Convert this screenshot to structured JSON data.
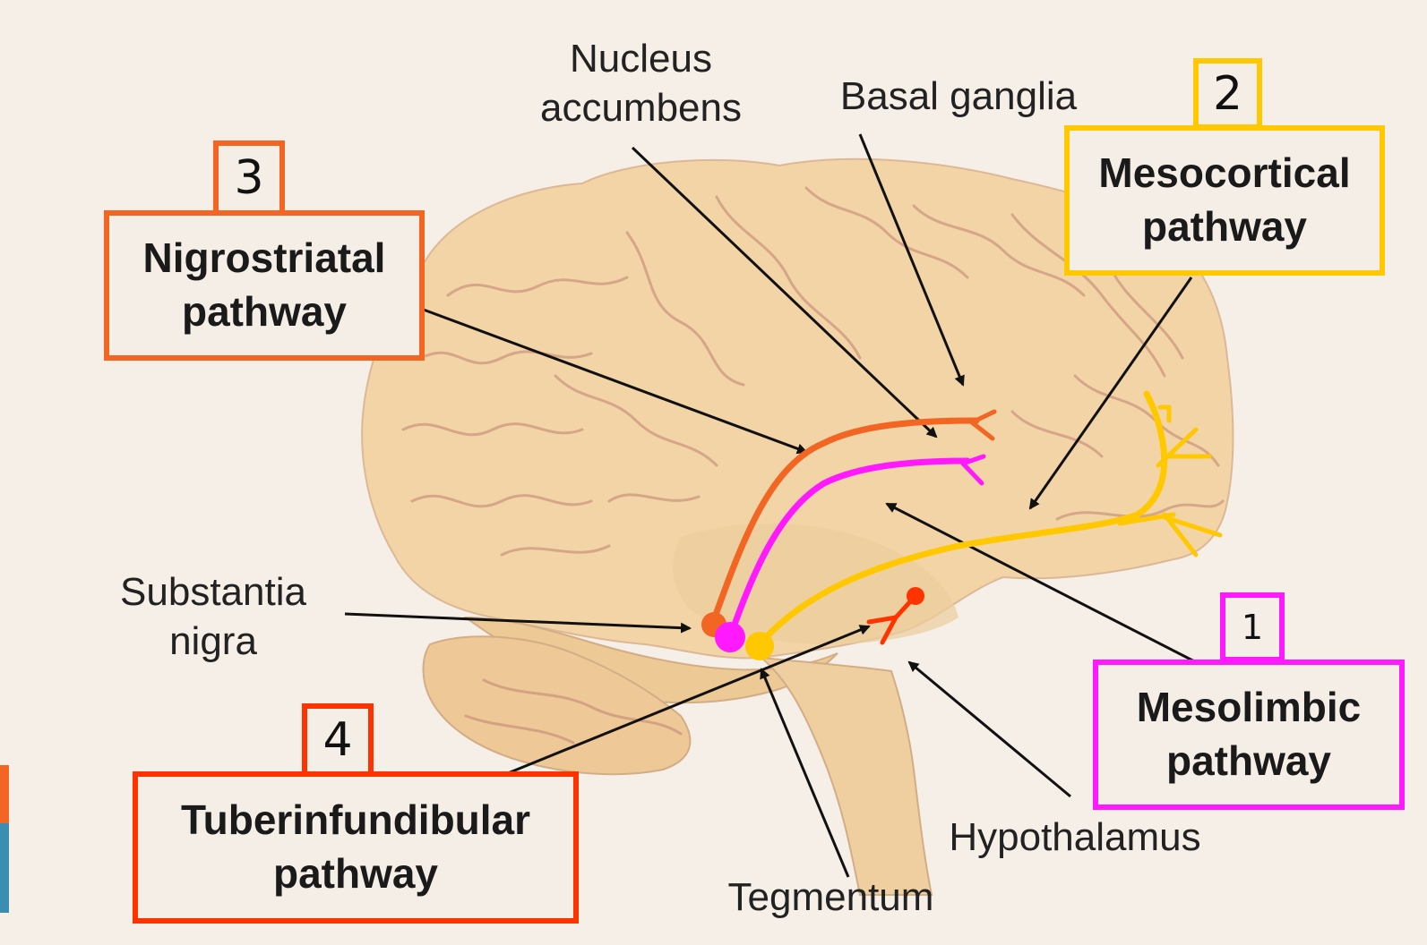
{
  "colors": {
    "mesolimbic": "#ff19ff",
    "mesocortical": "#ffc800",
    "nigrostriatal": "#f26522",
    "tuberinfundibular": "#ff3300",
    "background": "#f6efe7",
    "brain_fill": "#f2d4a6",
    "gyri": "#c9937a"
  },
  "anatomy_labels": {
    "nucleus_accumbens": [
      "Nucleus",
      "accumbens"
    ],
    "basal_ganglia": "Basal ganglia",
    "substantia_nigra": [
      "Substantia",
      "nigra"
    ],
    "hypothalamus": "Hypothalamus",
    "tegmentum": "Tegmentum"
  },
  "pathways": [
    {
      "number": "1",
      "name_lines": [
        "Mesolimbic",
        "pathway"
      ]
    },
    {
      "number": "2",
      "name_lines": [
        "Mesocortical",
        "pathway"
      ]
    },
    {
      "number": "3",
      "name_lines": [
        "Nigrostriatal",
        "pathway"
      ]
    },
    {
      "number": "4",
      "name_lines": [
        "Tuberinfundibular",
        "pathway"
      ]
    }
  ]
}
